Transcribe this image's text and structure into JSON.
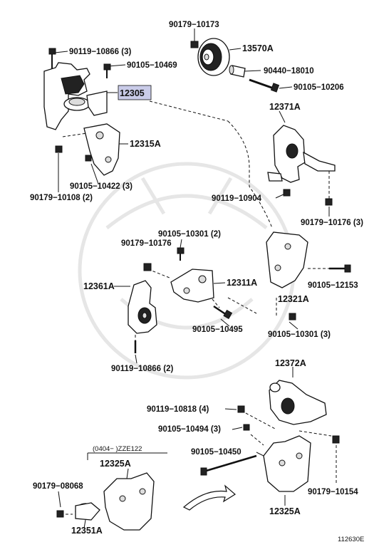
{
  "labels": {
    "p90179_10173": "90179−10173",
    "p13570A": "13570A",
    "p90119_10866_3": "90119−10866 (3)",
    "p90105_10469": "90105−10469",
    "p90440_18010": "90440−18010",
    "p12305": "12305",
    "p90105_10206": "90105−10206",
    "p12371A": "12371A",
    "p12315A": "12315A",
    "p90105_10422_3": "90105−10422 (3)",
    "p90179_10108_2": "90179−10108 (2)",
    "p90119_10904": "90119−10904",
    "p90179_10176_3": "90179−10176 (3)",
    "p90105_10301_2": "90105−10301 (2)",
    "p90179_10176": "90179−10176",
    "p12361A": "12361A",
    "p12311A": "12311A",
    "p90105_12153": "90105−12153",
    "p12321A": "12321A",
    "p90105_10495": "90105−10495",
    "p90105_10301_3": "90105−10301 (3)",
    "p90119_10866_2": "90119−10866 (2)",
    "p12372A": "12372A",
    "p90119_10818_4": "90119−10818 (4)",
    "p90105_10494_3": "90105−10494 (3)",
    "p90105_10450": "90105−10450",
    "p12325A_right": "12325A",
    "p90179_10154": "90179−10154",
    "p12325A_left": "12325A",
    "p90179_08068": "90179−08068",
    "p12351A": "12351A",
    "range_note": "(0404−   )ZZE122"
  },
  "figure_code": "112630E",
  "highlight_color": "#c9cbe8"
}
